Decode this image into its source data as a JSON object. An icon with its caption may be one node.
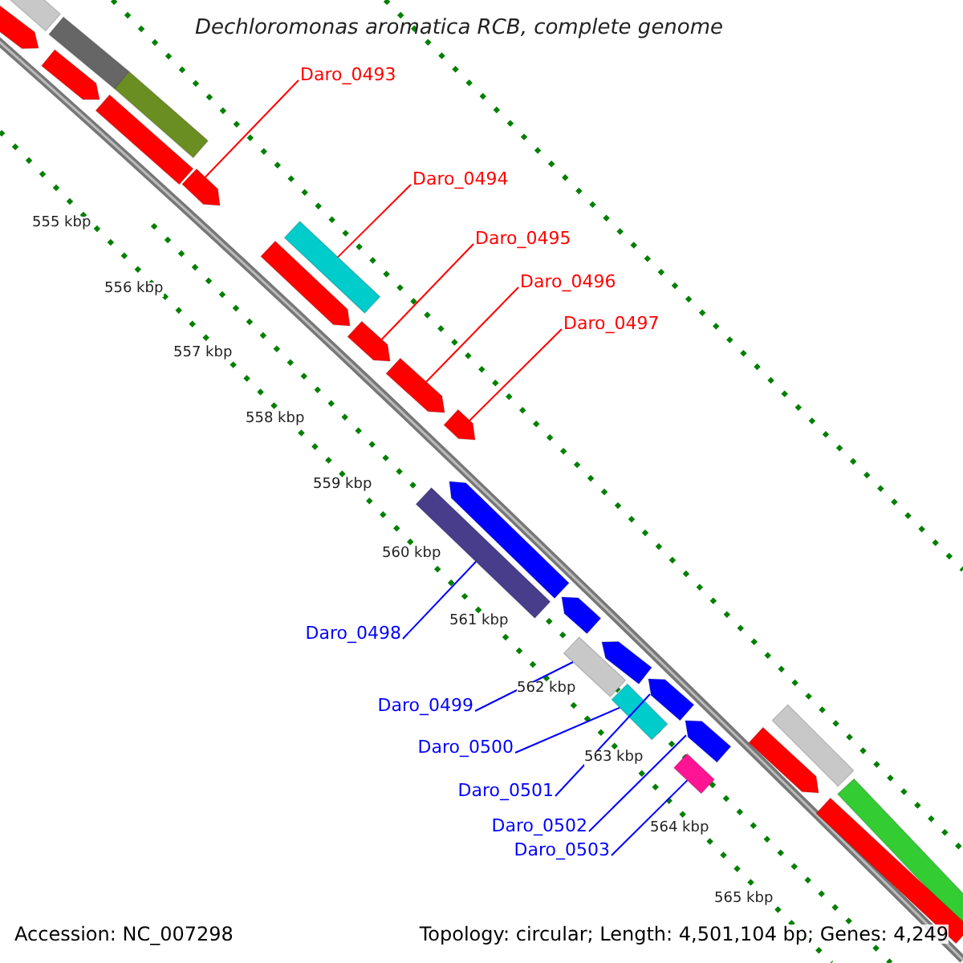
{
  "diagram": {
    "title": "Dechloromonas aromatica RCB, complete genome",
    "nodes": [
      {
        "text": [
          "Daro_0493"
        ]
      },
      {
        "text": [
          "Daro_0494"
        ]
      },
      {
        "text": [
          "Daro_0495"
        ]
      },
      {
        "text": [
          "Daro_0496"
        ]
      },
      {
        "text": [
          "Daro_0497"
        ]
      },
      {
        "text": [
          "Daro_0498"
        ]
      },
      {
        "text": [
          "Daro_0499"
        ]
      },
      {
        "text": [
          "Daro_0500"
        ]
      },
      {
        "text": [
          "Daro_0501"
        ]
      },
      {
        "text": [
          "Daro_0502"
        ]
      },
      {
        "text": [
          "Daro_0503"
        ]
      },
      {
        "text": [],
        "shape": "arrow"
      },
      {
        "text": [],
        "shape": "bar"
      },
      {
        "text": [],
        "shape": "arrow"
      },
      {
        "text": [],
        "shape": "arrow"
      },
      {
        "text": [],
        "shape": "arrow"
      },
      {
        "text": [],
        "shape": "bar"
      },
      {
        "text": [],
        "shape": "bar"
      },
      {
        "text": [],
        "shape": "bar"
      },
      {
        "text": [],
        "shape": "arrow"
      },
      {
        "text": [],
        "shape": "arrow"
      },
      {
        "text": [],
        "shape": "bar"
      },
      {
        "text": [],
        "shape": "bar"
      },
      {
        "text": [],
        "shape": "arrow"
      },
      {
        "text": [],
        "shape": "bar"
      },
      {
        "text": [],
        "shape": "arrow"
      },
      {
        "text": [],
        "shape": "bar"
      },
      {
        "text": [],
        "shape": "bar"
      },
      {
        "text": [],
        "shape": "arrow"
      },
      {
        "text": [],
        "shape": "arrow"
      },
      {
        "text": [],
        "shape": "arrow"
      },
      {
        "text": [],
        "shape": "arrow"
      },
      {
        "text": [],
        "shape": "bar"
      },
      {
        "text": [],
        "shape": "arrow"
      },
      {
        "text": [],
        "shape": "bar"
      },
      {
        "text": [],
        "shape": "bar"
      }
    ],
    "edges": [
      {
        "from": 0,
        "to": 11,
        "arrow": "none",
        "color": "#ff0000"
      },
      {
        "from": 1,
        "to": 12,
        "arrow": "none",
        "color": "#ff0000"
      },
      {
        "from": 2,
        "to": 13,
        "arrow": "none",
        "color": "#ff0000"
      },
      {
        "from": 3,
        "to": 14,
        "arrow": "none",
        "color": "#ff0000"
      },
      {
        "from": 4,
        "to": 15,
        "arrow": "none",
        "color": "#ff0000"
      },
      {
        "from": 5,
        "to": 16,
        "arrow": "none"
      },
      {
        "from": 6,
        "to": 17,
        "arrow": "none"
      },
      {
        "from": 7,
        "to": 18,
        "arrow": "none"
      },
      {
        "from": 8,
        "to": 19,
        "arrow": "none"
      },
      {
        "from": 9,
        "to": 20,
        "arrow": "none"
      },
      {
        "from": 10,
        "to": 21,
        "arrow": "none"
      }
    ],
    "labels": [
      "555 kbp",
      "556 kbp",
      "557 kbp",
      "558 kbp",
      "559 kbp",
      "560 kbp",
      "561 kbp",
      "562 kbp",
      "563 kbp",
      "564 kbp",
      "565 kbp",
      "Accession: NC_007298",
      "Topology: circular; Length: 4,501,104 bp; Genes: 4,249"
    ]
  }
}
